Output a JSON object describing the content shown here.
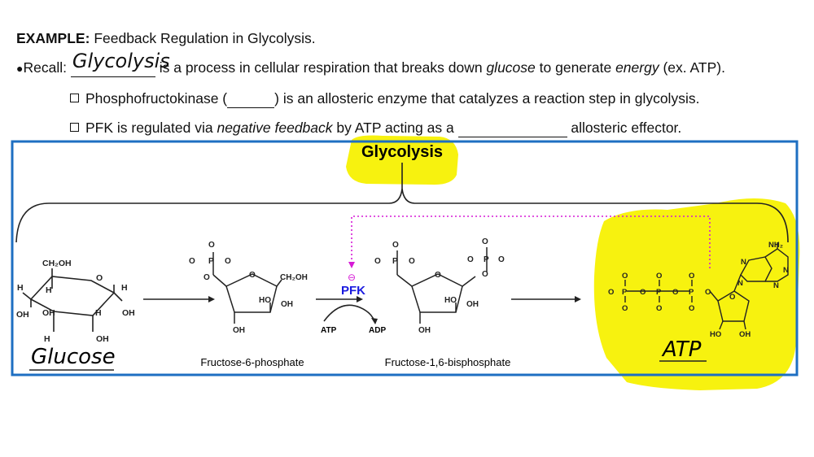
{
  "lines": {
    "example_label": "EXAMPLE:",
    "example_text": "Feedback Regulation in Glycolysis.",
    "recall_bullet": "●",
    "recall_label": "Recall:",
    "recall_handwritten": "Glycolysis",
    "recall_rest_a": "is a process in cellular respiration that breaks down ",
    "recall_glucose": "glucose",
    "recall_rest_b": " to generate ",
    "recall_energy": "energy",
    "recall_rest_c": " (ex. ATP).",
    "pfk_line_a": "Phosphofructokinase (",
    "pfk_line_b": ") is an allosteric enzyme that catalyzes a reaction step in glycolysis.",
    "reg_line_a": "PFK is regulated via ",
    "reg_line_neg": "negative feedback",
    "reg_line_b": " by ATP acting as a ",
    "reg_line_c": " allosteric effector."
  },
  "diagram": {
    "header": "Glycolysis",
    "glucose_handwritten": "Glucose",
    "f6p_caption": "Fructose-6-phosphate",
    "f16bp_caption": "Fructose-1,6-bisphosphate",
    "atp_handwritten": "ATP",
    "enzyme": "PFK",
    "atp_in": "ATP",
    "adp_out": "ADP",
    "inhibit_symbol": "⊖",
    "glucose_labels": {
      "ch2oh": "CH₂OH",
      "o": "O",
      "h": "H",
      "oh": "OH"
    },
    "f6p_labels": {
      "o": "O",
      "p": "P",
      "ch2oh": "CH₂OH",
      "ho": "HO",
      "oh": "OH"
    },
    "atp_labels": {
      "nh2": "NH₂",
      "n": "N",
      "o": "O",
      "p": "P",
      "ho": "HO",
      "oh": "OH"
    },
    "colors": {
      "box": "#1e6fc2",
      "highlight": "#f7f20f",
      "enzyme": "#1a1adf",
      "inhibit": "#d61bd6"
    }
  }
}
